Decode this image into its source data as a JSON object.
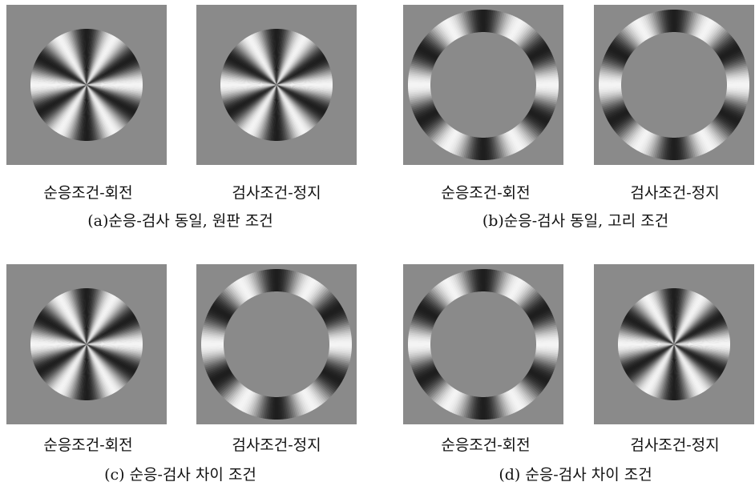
{
  "colors": {
    "background": "#ffffff",
    "square": "#8a8a8a",
    "stripe_dark": "#1e1e1e",
    "stripe_light": "#f4f4f4"
  },
  "figures": [
    {
      "adapt_label": "순응조건-회전",
      "test_label": "검사조건-정지",
      "caption": "(a)순응-검사 동일, 원판 조건",
      "adapt_stimulus": "disc",
      "test_stimulus": "disc"
    },
    {
      "adapt_label": "순응조건-회전",
      "test_label": "검사조건-정지",
      "caption": "(b)순응-검사 동일, 고리 조건",
      "adapt_stimulus": "ring",
      "test_stimulus": "ring"
    },
    {
      "adapt_label": "순응조건-회전",
      "test_label": "검사조건-정지",
      "caption": "(c) 순응-검사 차이 조건",
      "adapt_stimulus": "disc",
      "test_stimulus": "ring"
    },
    {
      "adapt_label": "순응조건-회전",
      "test_label": "검사조건-정지",
      "caption": "(d) 순응-검사 차이 조건",
      "adapt_stimulus": "ring",
      "test_stimulus": "disc"
    }
  ]
}
